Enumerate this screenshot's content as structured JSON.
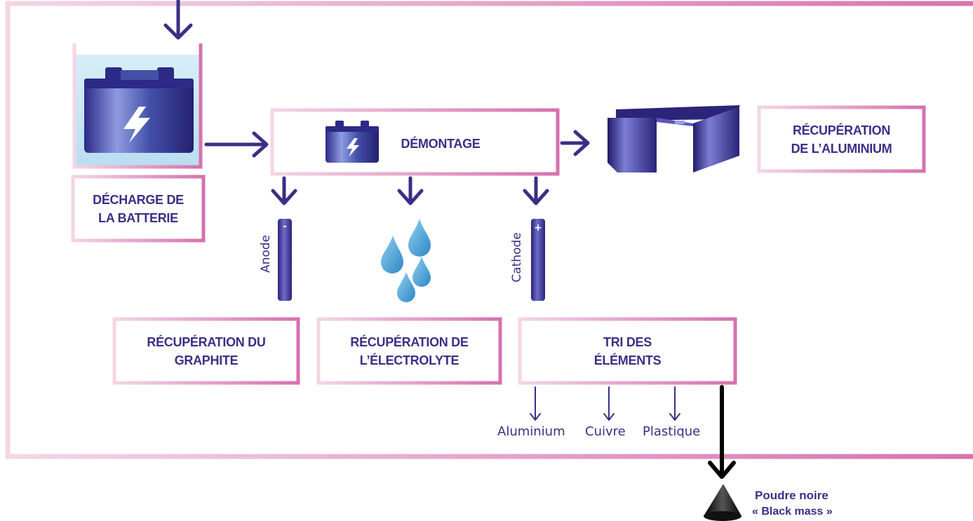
{
  "diagram": {
    "steps": {
      "discharge": "DÉCHARGE DE\nLA BATTERIE",
      "dismantle": "DÉMONTAGE",
      "aluminium_recovery": "RÉCUPÉRATION\nDE L’ALUMINIUM",
      "graphite_recovery": "RÉCUPÉRATION DU\nGRAPHITE",
      "electrolyte_recovery": "RÉCUPÉRATION DE\nL’ÉLECTROLYTE",
      "sorting": "TRI DES\nÉLÉMENTS"
    },
    "components": {
      "anode": "Anode",
      "cathode": "Cathode",
      "anode_sign": "-",
      "cathode_sign": "+"
    },
    "sorted_outputs": [
      "Aluminium",
      "Cuivre",
      "Plastique"
    ],
    "black_mass": {
      "line1": "Poudre noire",
      "line2": "« Black mass »"
    },
    "colors": {
      "navy": "#3a2f86",
      "pink": "#d97ab4",
      "pink_light": "#f1d3e4",
      "water_light": "#cde8f4",
      "drop_blue": "#4aa8d8",
      "black": "#000000"
    }
  }
}
